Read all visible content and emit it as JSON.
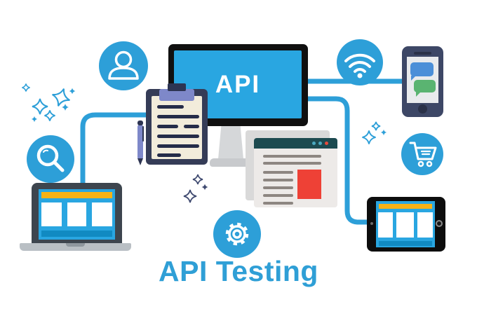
{
  "title": {
    "text": "API Testing"
  },
  "monitor": {
    "label": "API"
  },
  "devices": [
    "monitor",
    "laptop",
    "smartphone",
    "tablet",
    "browser-window",
    "clipboard",
    "pen"
  ],
  "icons": [
    "user-icon",
    "wifi-icon",
    "search-icon",
    "cart-icon",
    "gear-icon",
    "sparkle-stars"
  ],
  "colors": {
    "primary_blue": "#2d9fd8",
    "title_text": "#2f9fd6",
    "screen_blue": "#29a6e1",
    "accent_yellow": "#f7b216",
    "accent_red": "#ee4136",
    "chat_blue": "#4b8fd8",
    "chat_green": "#5ab471",
    "browser_header_teal": "#1c4a50",
    "laptop_frame_gray": "#3d454e",
    "phone_navy": "#3d4766",
    "clipboard_navy": "#353c57",
    "paper_cream": "#f2ecdb",
    "clip_periwinkle": "#7e88c9",
    "sparkle_navy": "#3f4a70",
    "bottom_bar_blue": "#118ac2"
  }
}
